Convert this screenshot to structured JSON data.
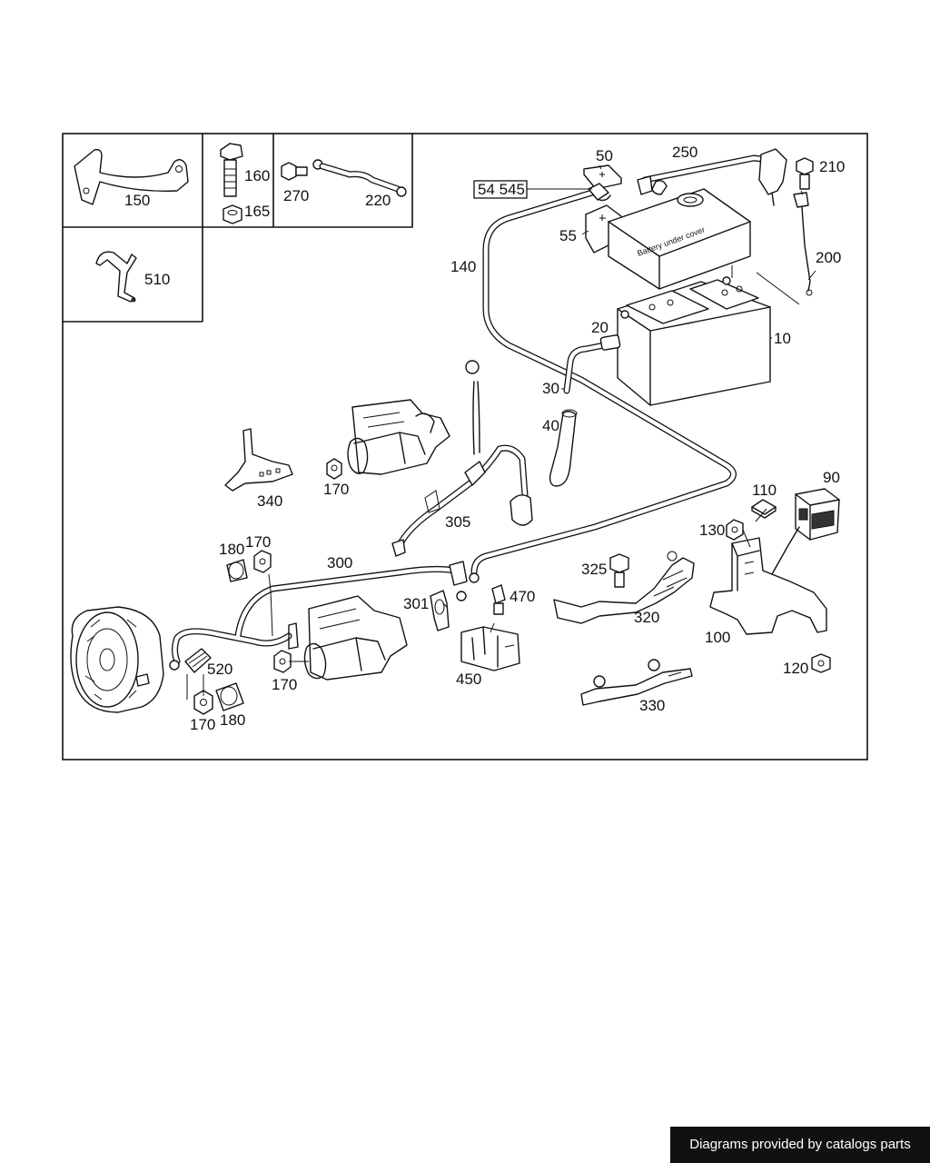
{
  "labels": {
    "p10": "10",
    "p20": "20",
    "p30": "30",
    "p40": "40",
    "p50": "50",
    "p54545": "54 545",
    "p55": "55",
    "p90": "90",
    "p100": "100",
    "p110": "110",
    "p120": "120",
    "p130": "130",
    "p140": "140",
    "p150": "150",
    "p160": "160",
    "p165": "165",
    "p170a": "170",
    "p170b": "170",
    "p170c": "170",
    "p170d": "170",
    "p180a": "180",
    "p180b": "180",
    "p200": "200",
    "p210": "210",
    "p220": "220",
    "p250": "250",
    "p270": "270",
    "p300": "300",
    "p301": "301",
    "p305": "305",
    "p320": "320",
    "p325": "325",
    "p330": "330",
    "p340": "340",
    "p450": "450",
    "p470": "470",
    "p510": "510",
    "p520": "520"
  },
  "cover_text": "Battery under cover",
  "footer": "Diagrams provided by catalogs parts"
}
